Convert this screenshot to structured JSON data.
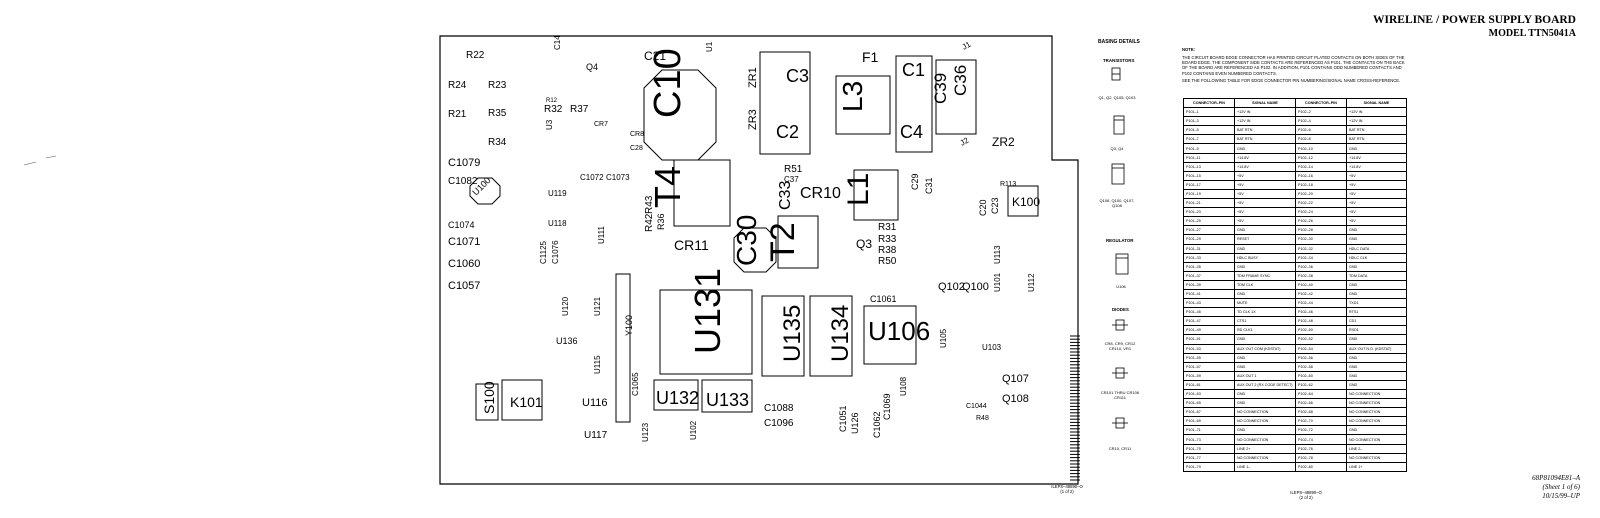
{
  "title": "WIRELINE / POWER SUPPLY BOARD",
  "model": "MODEL TTN5041A",
  "basing": {
    "heading": "BASING DETAILS",
    "transistors_heading": "TRANSISTORS",
    "t1_caption": "Q1, Q2, Q105, Q103",
    "t2_caption": "Q3, Q4",
    "t3_caption": "Q106, Q100, Q107, Q108",
    "regulator_heading": "REGULATOR",
    "reg_caption": "U106",
    "diodes_heading": "DIODES",
    "d1_caption": "CR8, CR9, CR12 CR110, VR1",
    "d2_caption": "CR101 THRU CR106 CR111",
    "d3_caption": "CR10, CR11"
  },
  "note": {
    "heading": "NOTE:",
    "text1": "THE CIRCUIT BOARD EDGE CONNECTOR HAS PRINTED CIRCUIT PLATED CONTACTS ON BOTH SIDES OF THE BOARD EDGE. THE COMPONENT SIDE CONTACTS ARE REFERENCED AS P101. THE CONTACTS ON THE BACK OF THE BOARD ARE REFERENCED AS P102. IN ADDITION, P101 CONTAINS ODD NUMBERED CONTACTS AND P102 CONTAINS EVEN NUMBERED CONTACTS.",
    "text2": "SEE THE FOLLOWING TABLE FOR EDGE CONNECTOR PIN NUMBERING/SIGNAL NAME CROSS-REFERENCE."
  },
  "table": {
    "headers": [
      "CONNECTOR–PIN",
      "SIGNAL NAME",
      "CONNECTOR–PIN",
      "SIGNAL NAME"
    ],
    "rows": [
      [
        "P101–1",
        "+12V IN",
        "P102–2",
        "+12V IN"
      ],
      [
        "P101–3",
        "+12V IN",
        "P102–4",
        "+12V IN"
      ],
      [
        "P101–5",
        "BAT RTN",
        "P102–6",
        "BAT RTN"
      ],
      [
        "P101–7",
        "BAT RTN",
        "P102–8",
        "BAT RTN"
      ],
      [
        "P101–9",
        "GND",
        "P102–10",
        "GND"
      ],
      [
        "P101–11",
        "+14.8V",
        "P102–12",
        "+14.8V"
      ],
      [
        "P101–13",
        "+14.8V",
        "P102–14",
        "+14.8V"
      ],
      [
        "P101–15",
        "+5V",
        "P102–16",
        "+5V"
      ],
      [
        "P101–17",
        "+5V",
        "P102–18",
        "+5V"
      ],
      [
        "P101–19",
        "+5V",
        "P102–20",
        "+5V"
      ],
      [
        "P101–21",
        "+5V",
        "P102–22",
        "+5V"
      ],
      [
        "P101–23",
        "+5V",
        "P102–24",
        "+5V"
      ],
      [
        "P101–25",
        "+5V",
        "P102–26",
        "+5V"
      ],
      [
        "P101–27",
        "GND",
        "P102–28",
        "GND"
      ],
      [
        "P101–29",
        "RESET",
        "P102–30",
        "GND"
      ],
      [
        "P101–31",
        "GND",
        "P102–32",
        "HDLC DATA"
      ],
      [
        "P101–33",
        "HDLC BUSY",
        "P102–34",
        "HDLC CLK"
      ],
      [
        "P101–35",
        "GND",
        "P102–36",
        "GND"
      ],
      [
        "P101–37",
        "TDM FRAME SYNC",
        "P102–38",
        "TDM DATA"
      ],
      [
        "P101–39",
        "TDM CLK",
        "P102–40",
        "GND"
      ],
      [
        "P101–41",
        "GND",
        "P102–42",
        "GND"
      ],
      [
        "P101–43",
        "MUTE",
        "P102–44",
        "TXD1"
      ],
      [
        "P101–45",
        "TD CLK 1X",
        "P102–46",
        "RTS1"
      ],
      [
        "P101–47",
        "CTS1",
        "P102–48",
        "CD1"
      ],
      [
        "P101–49",
        "RD CLK1",
        "P102–50",
        "RXD1"
      ],
      [
        "P101–51",
        "GND",
        "P102–52",
        "GND"
      ],
      [
        "P101–53",
        "AUX OUT COM (KDSTAT)",
        "P102–54",
        "AUX OUT N.O. (KDSTAT)"
      ],
      [
        "P101–55",
        "GND",
        "P102–56",
        "GND"
      ],
      [
        "P101–57",
        "GND",
        "P102–58",
        "GND"
      ],
      [
        "P101–59",
        "AUX OUT 1",
        "P102–60",
        "GND"
      ],
      [
        "P101–61",
        "AUX OUT 2 (RX CODE DETECT)",
        "P102–62",
        "GND"
      ],
      [
        "P101–63",
        "GND",
        "P102–64",
        "NO CONNECTION"
      ],
      [
        "P101–65",
        "GND",
        "P102–66",
        "NO CONNECTION"
      ],
      [
        "P101–67",
        "NO CONNECTION",
        "P102–68",
        "NO CONNECTION"
      ],
      [
        "P101–69",
        "NO CONNECTION",
        "P102–70",
        "NO CONNECTION"
      ],
      [
        "P101–71",
        "GND",
        "P102–72",
        "GND"
      ],
      [
        "P101–73",
        "NO CONNECTION",
        "P102–74",
        "NO CONNECTION"
      ],
      [
        "P101–75",
        "LINE 2+",
        "P102–76",
        "LINE 2–"
      ],
      [
        "P101–77",
        "NO CONNECTION",
        "P102–78",
        "NO CONNECTION"
      ],
      [
        "P101–79",
        "LINE 1–",
        "P102–80",
        "LINE 1+"
      ]
    ]
  },
  "board_ref": "ILEPS–48890–O\n(1 of 2)",
  "table_ref": "ILEPS–48890–O\n(2 of 2)",
  "footer": {
    "line1": "68P81094E81–A",
    "line2": "(Sheet 1 of 6)",
    "line3": "10/15/99–UP"
  },
  "components": [
    "R22",
    "C14",
    "Q4",
    "C21",
    "C10",
    "U1",
    "F1",
    "J1",
    "R23",
    "R24",
    "R12",
    "R32",
    "R37",
    "ZR1",
    "C3",
    "C1",
    "L3",
    "C39",
    "C36",
    "R21",
    "R35",
    "U3",
    "CR7",
    "ZR3",
    "C2",
    "C4",
    "J2",
    "R34",
    "CR8",
    "C28",
    "ZR2",
    "C1079",
    "C1082",
    "U100",
    "C1072",
    "C1073",
    "T4",
    "R51",
    "C37",
    "CR10",
    "L1",
    "C29",
    "C31",
    "C20",
    "C23",
    "R113",
    "K100",
    "U119",
    "R43",
    "R36",
    "C33",
    "U118",
    "C1074",
    "C1071",
    "C1060",
    "C1057",
    "C1125",
    "C1076",
    "U111",
    "R42",
    "CR11",
    "C30",
    "T2",
    "Q3",
    "R31",
    "R33",
    "R38",
    "R50",
    "U113",
    "Q102",
    "Q100",
    "U101",
    "U112",
    "U120",
    "U121",
    "C1061",
    "Y100",
    "U131",
    "U135",
    "U134",
    "U106",
    "U105",
    "U103",
    "U136",
    "U115",
    "C1065",
    "Q107",
    "Q108",
    "U132",
    "U133",
    "C1088",
    "C1096",
    "S100",
    "K101",
    "U116",
    "U117",
    "U123",
    "U102",
    "C1051",
    "U126",
    "C1062",
    "C1069",
    "U108",
    "C1044",
    "R48"
  ]
}
